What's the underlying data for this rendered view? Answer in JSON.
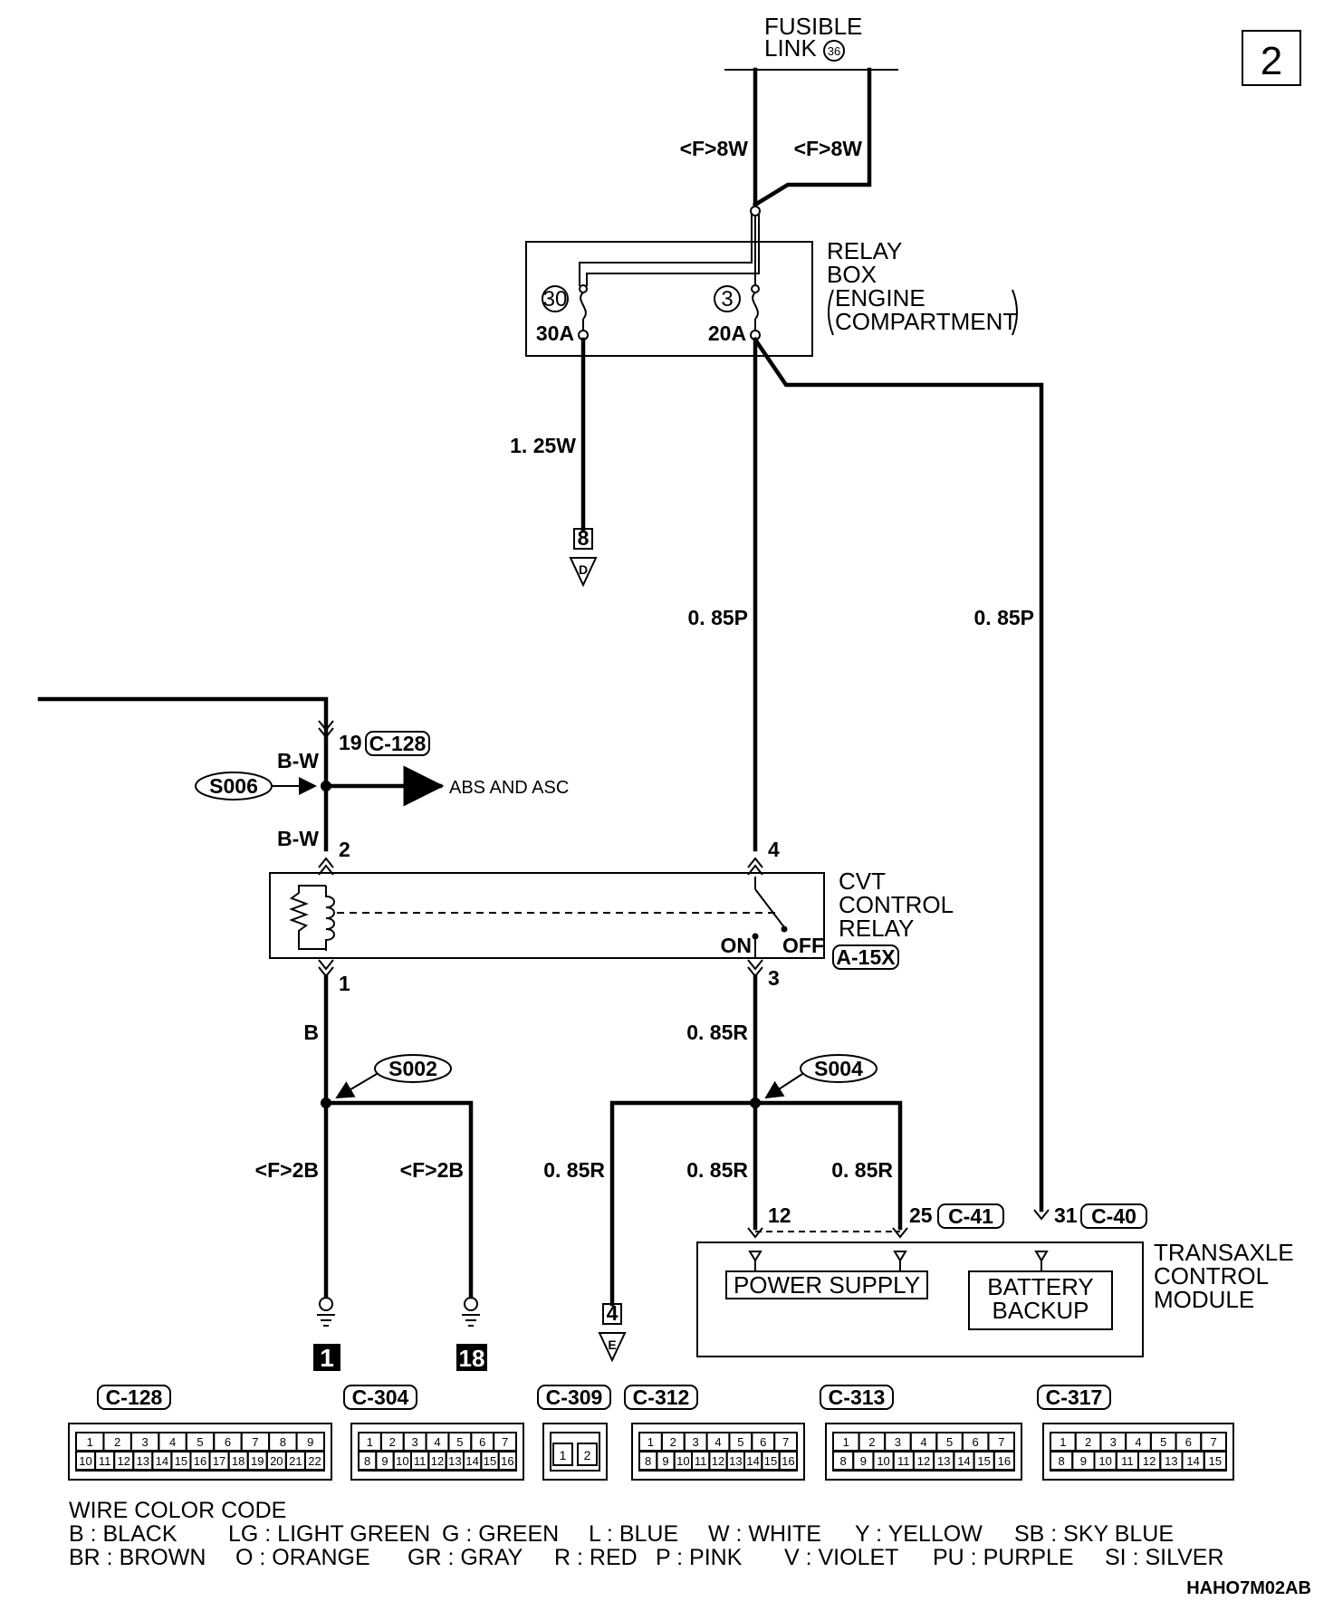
{
  "page_number": "2",
  "diagram_code": "HAHO7M02AB",
  "fusible_link": {
    "line1": "FUSIBLE",
    "line2": "LINK",
    "number": "36"
  },
  "relay_box": {
    "line1": "RELAY",
    "line2": "BOX",
    "line3": "ENGINE",
    "line4": "COMPARTMENT",
    "fuse_left_num": "30",
    "fuse_left_amp": "30A",
    "fuse_right_num": "3",
    "fuse_right_amp": "20A"
  },
  "wires": {
    "f8w_left": "<F>8W",
    "f8w_right": "<F>8W",
    "w125": "1. 25W",
    "p085_mid": "0. 85P",
    "p085_right": "0. 85P",
    "bw_top": "B-W",
    "bw_bottom": "B-W",
    "b": "B",
    "r085_relay": "0. 85R",
    "f2b_left": "<F>2B",
    "f2b_right": "<F>2B",
    "r085_a": "0. 85R",
    "r085_b": "0. 85R",
    "r085_c": "0. 85R"
  },
  "terminals": {
    "d_box": "8",
    "d_letter": "D",
    "e_box": "4",
    "e_letter": "E",
    "g1": "1",
    "g18": "18"
  },
  "pins": {
    "p19": "19",
    "p2": "2",
    "p1": "1",
    "p4": "4",
    "p3": "3",
    "p12": "12",
    "p25": "25",
    "p31": "31"
  },
  "connectors": {
    "c128": "C-128",
    "a15x": "A-15X",
    "c41": "C-41",
    "c40": "C-40"
  },
  "splices": {
    "s006": "S006",
    "s002": "S002",
    "s004": "S004"
  },
  "abs_asc": "ABS AND ASC",
  "cvt_relay": {
    "line1": "CVT",
    "line2": "CONTROL",
    "line3": "RELAY",
    "on": "ON",
    "off": "OFF"
  },
  "tcm": {
    "line1": "TRANSAXLE",
    "line2": "CONTROL",
    "line3": "MODULE",
    "power_supply": "POWER SUPPLY",
    "battery1": "BATTERY",
    "battery2": "BACKUP"
  },
  "connector_views": [
    {
      "label": "C-128",
      "top": [
        "1",
        "2",
        "3",
        "4",
        "5",
        "6",
        "7",
        "8",
        "9"
      ],
      "bottom": [
        "10",
        "11",
        "12",
        "13",
        "14",
        "15",
        "16",
        "17",
        "18",
        "19",
        "20",
        "21",
        "22"
      ]
    },
    {
      "label": "C-304",
      "top": [
        "1",
        "2",
        "3",
        "4",
        "5",
        "6",
        "7"
      ],
      "bottom": [
        "8",
        "9",
        "10",
        "11",
        "12",
        "13",
        "14",
        "15",
        "16"
      ]
    },
    {
      "label": "C-309",
      "top": [],
      "bottom": [
        "1",
        "2"
      ]
    },
    {
      "label": "C-312",
      "top": [
        "1",
        "2",
        "3",
        "4",
        "5",
        "6",
        "7"
      ],
      "bottom": [
        "8",
        "9",
        "10",
        "11",
        "12",
        "13",
        "14",
        "15",
        "16"
      ]
    },
    {
      "label": "C-313",
      "top": [
        "1",
        "2",
        "3",
        "4",
        "5",
        "6",
        "7"
      ],
      "bottom": [
        "8",
        "9",
        "10",
        "11",
        "12",
        "13",
        "14",
        "15",
        "16"
      ]
    },
    {
      "label": "C-317",
      "top": [
        "1",
        "2",
        "3",
        "4",
        "5",
        "6",
        "7"
      ],
      "bottom": [
        "8",
        "9",
        "10",
        "11",
        "12",
        "13",
        "14",
        "15"
      ]
    }
  ],
  "legend": {
    "title": "WIRE COLOR CODE",
    "row1": [
      "B : BLACK",
      "LG : LIGHT GREEN",
      "G : GREEN",
      "L : BLUE",
      "W : WHITE",
      "Y : YELLOW",
      "SB : SKY BLUE"
    ],
    "row2": [
      "BR : BROWN",
      "O : ORANGE",
      "GR : GRAY",
      "R : RED",
      "P : PINK",
      "V : VIOLET",
      "PU : PURPLE",
      "SI : SILVER"
    ]
  }
}
